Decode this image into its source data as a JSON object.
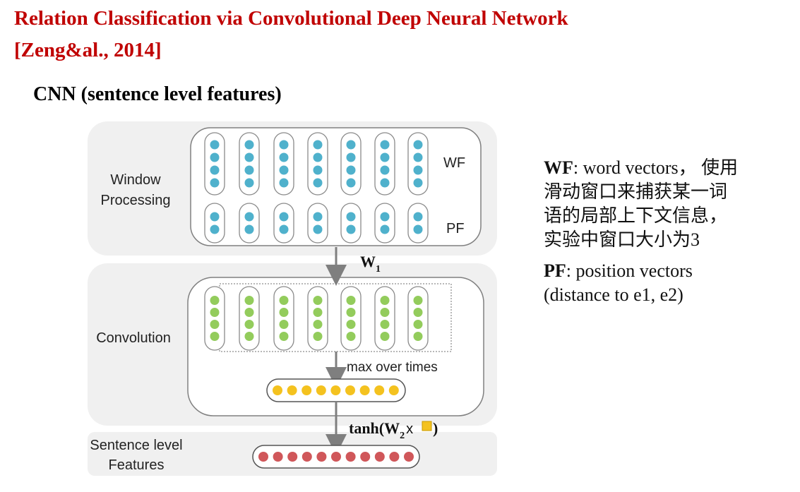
{
  "slide": {
    "title_line1": "Relation Classification via Convolutional Deep Neural Network",
    "title_line2": "[Zeng&al., 2014]",
    "subtitle": "CNN (sentence level features)"
  },
  "diagram": {
    "stage_window": [
      "Window",
      "Processing"
    ],
    "label_wf": "WF",
    "label_pf": "PF",
    "weight_w": "W",
    "weight_sub": "1",
    "stage_convolution": "Convolution",
    "max_over_times": "max over times",
    "tanh_prefix": "tanh(W",
    "tanh_sub": "2",
    "tanh_x": "x",
    "tanh_suffix": ")",
    "stage_sentence": [
      "Sentence level",
      "Features"
    ],
    "colors": {
      "wf_pf_dot": "#4fb1cc",
      "conv_dot": "#93cc5c",
      "pool_dot": "#f4c21f",
      "feature_dot": "#d0575a",
      "panel_bg": "#f0f0f0"
    }
  },
  "description": {
    "wf_term": "WF",
    "wf_lines": [
      ": word vectors， 使用",
      "滑动窗口来捕获某一词",
      "语的局部上下文信息，",
      "实验中窗口大小为3"
    ],
    "pf_term": "PF",
    "pf_lines": [
      ": position vectors",
      "(distance to e1, e2)"
    ]
  }
}
